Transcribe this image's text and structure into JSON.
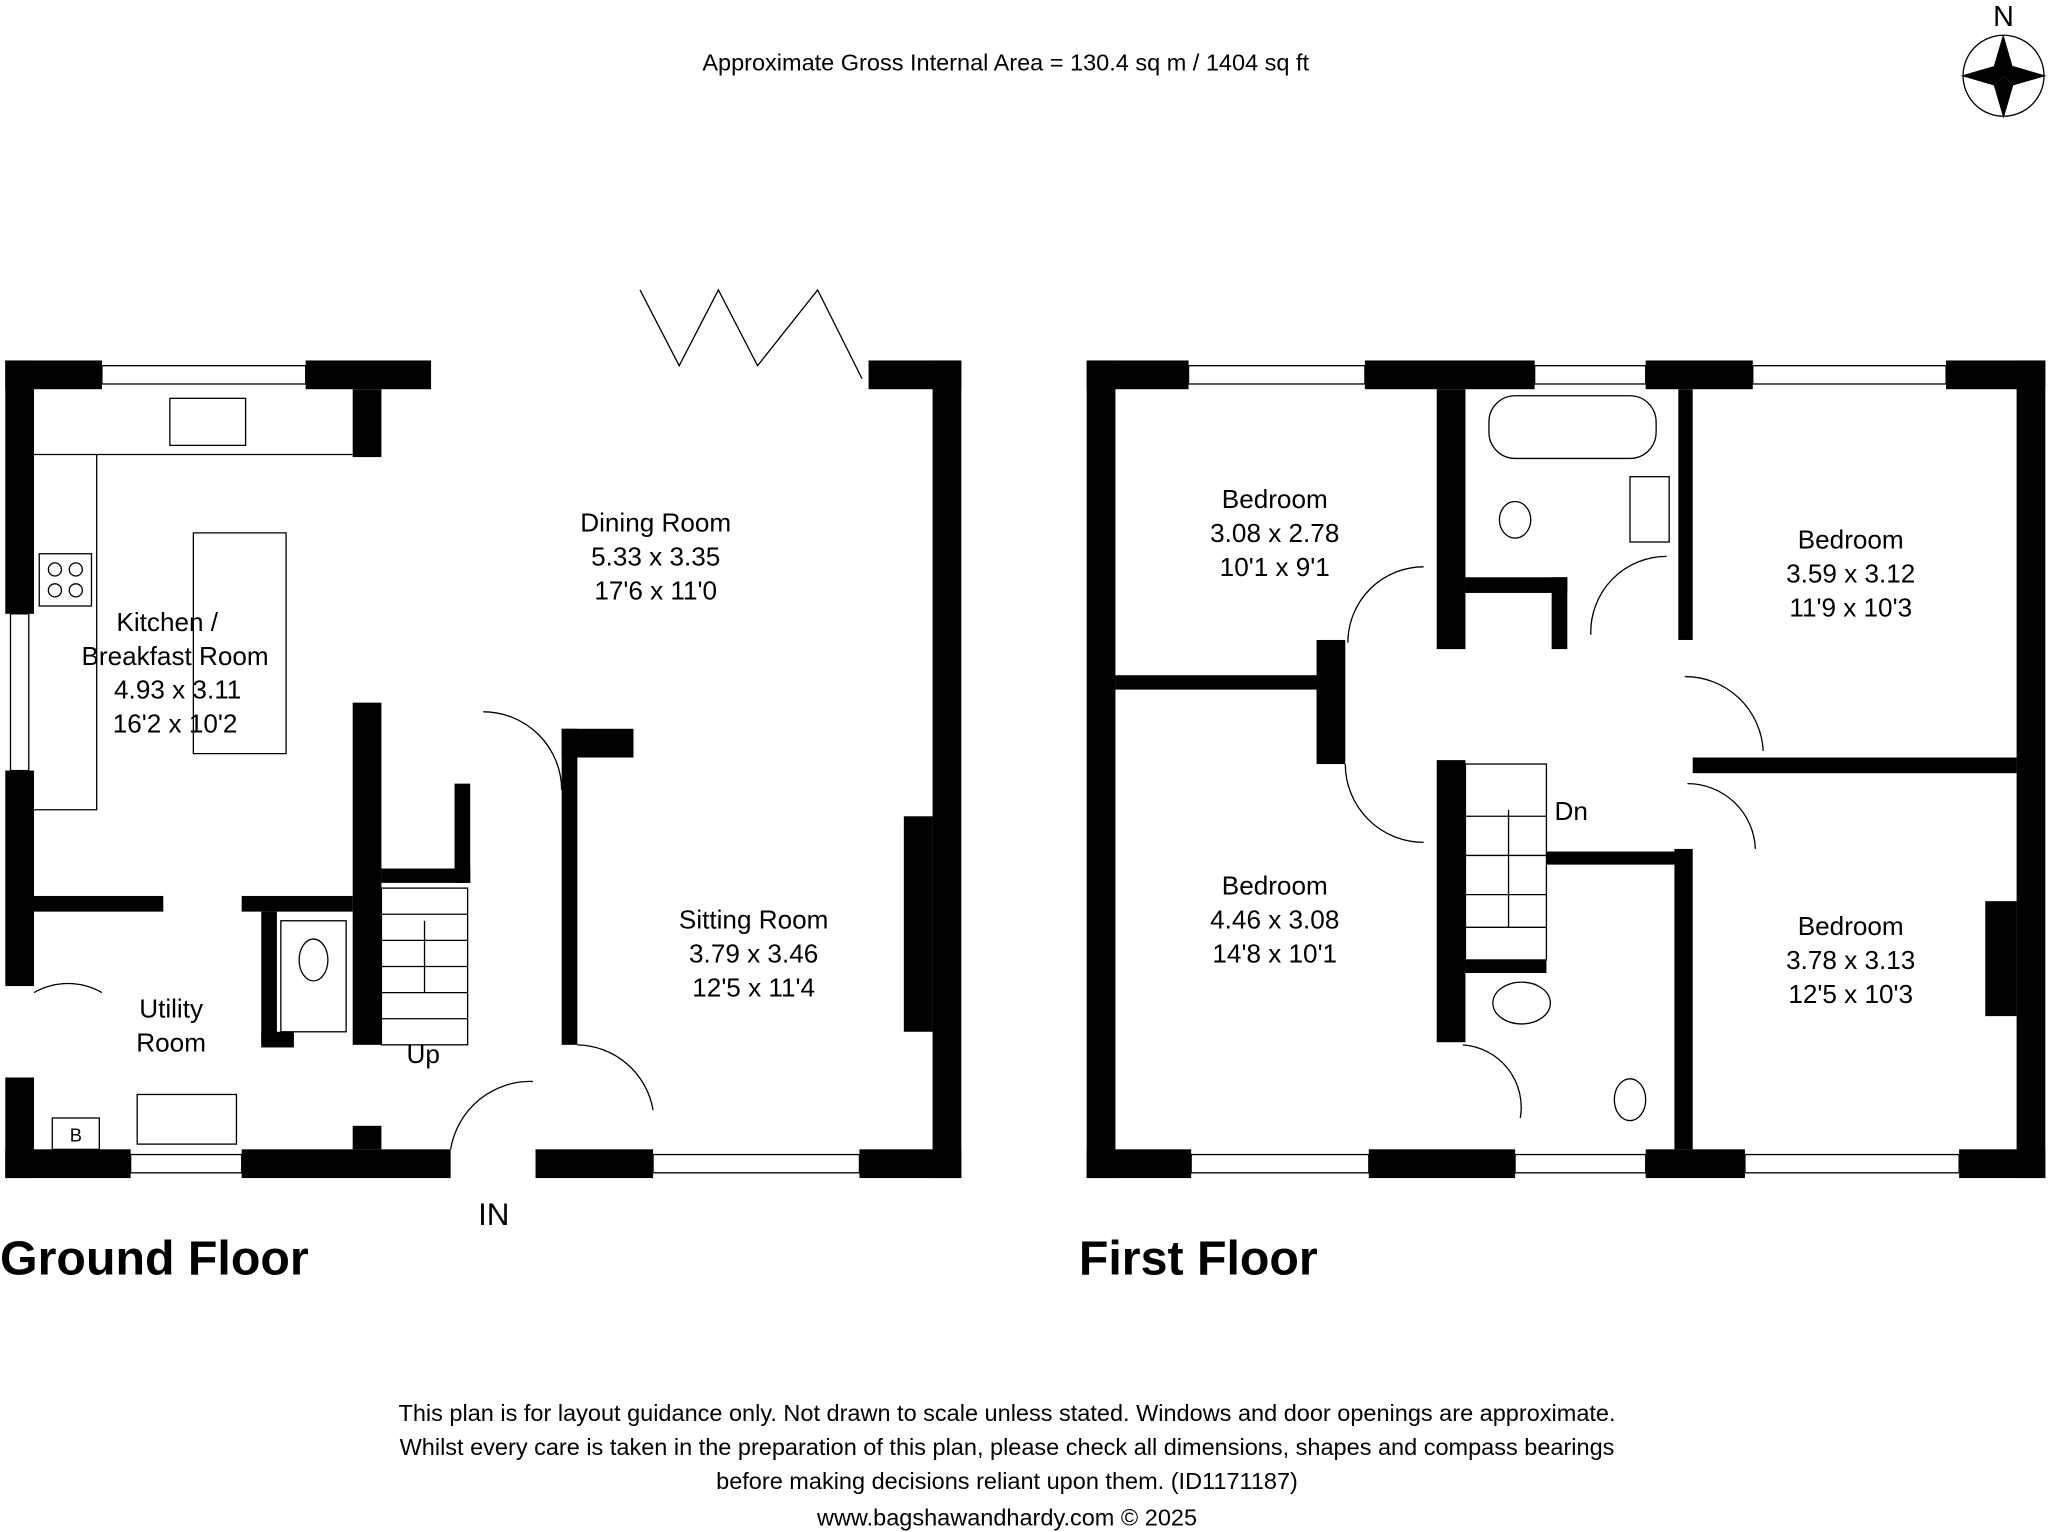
{
  "header": {
    "area": "Approximate Gross Internal Area = 130.4 sq m / 1404 sq ft"
  },
  "compass": {
    "label": "N"
  },
  "ground_floor": {
    "title": "Ground Floor",
    "entrance": "IN",
    "stairs": "Up",
    "boiler": "B",
    "rooms": [
      {
        "name": "Kitchen /",
        "name2": "Breakfast Room",
        "metric": "4.93 x 3.11",
        "imperial": "16'2 x 10'2"
      },
      {
        "name": "Dining Room",
        "metric": "5.33 x 3.35",
        "imperial": "17'6 x 11'0"
      },
      {
        "name": "Sitting Room",
        "metric": "3.79 x 3.46",
        "imperial": "12'5 x 11'4"
      },
      {
        "name": "Utility",
        "name2": "Room"
      }
    ]
  },
  "first_floor": {
    "title": "First Floor",
    "stairs": "Dn",
    "rooms": [
      {
        "name": "Bedroom",
        "metric": "3.08 x 2.78",
        "imperial": "10'1 x 9'1"
      },
      {
        "name": "Bedroom",
        "metric": "3.59 x 3.12",
        "imperial": "11'9 x 10'3"
      },
      {
        "name": "Bedroom",
        "metric": "4.46 x 3.08",
        "imperial": "14'8 x 10'1"
      },
      {
        "name": "Bedroom",
        "metric": "3.78 x 3.13",
        "imperial": "12'5 x 10'3"
      }
    ]
  },
  "footer": {
    "line1": "This plan is for layout guidance only. Not drawn to scale unless stated. Windows and door openings are approximate.",
    "line2": "Whilst every care is taken in the preparation of this plan, please check all dimensions, shapes and compass bearings",
    "line3": "before making decisions reliant upon them. (ID1171187)",
    "line4": "www.bagshawandhardy.com © 2025"
  }
}
